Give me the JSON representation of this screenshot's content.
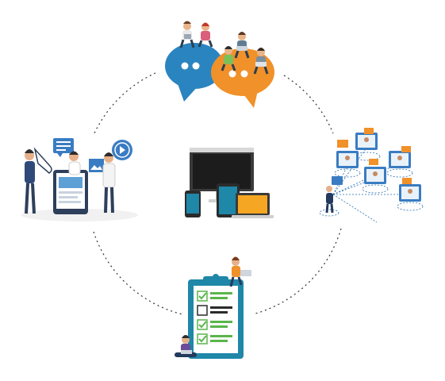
{
  "illustration": {
    "center": "devices",
    "nodes": [
      "community-chat",
      "remote-meeting",
      "checklist",
      "social-media"
    ],
    "colors": {
      "chat_blue": "#2a84c0",
      "chat_orange": "#f0912a",
      "check_green": "#5ab54b",
      "teal": "#1f87a8",
      "navy": "#233a5e",
      "monitor_dark": "#2b2b2b",
      "laptop_orange": "#f5a623",
      "dotted_line": "#333333"
    }
  }
}
